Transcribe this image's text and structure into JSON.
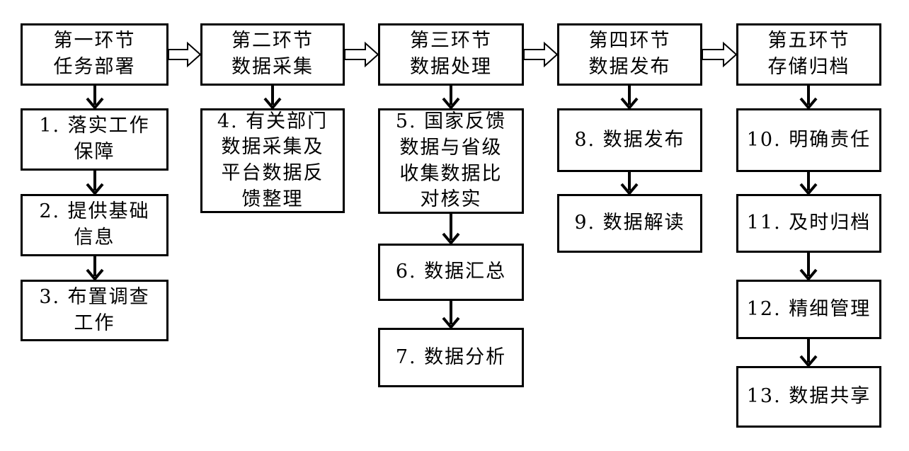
{
  "stages": [
    {
      "title": "第一环节\n任务部署",
      "steps": [
        "1. 落实工作\n保障",
        "2. 提供基础\n信息",
        "3. 布置调查\n工作"
      ]
    },
    {
      "title": "第二环节\n数据采集",
      "steps": [
        "4. 有关部门\n数据采集及\n平台数据反\n馈整理"
      ]
    },
    {
      "title": "第三环节\n数据处理",
      "steps": [
        "5. 国家反馈\n数据与省级\n收集数据比\n对核实",
        "6. 数据汇总",
        "7. 数据分析"
      ]
    },
    {
      "title": "第四环节\n数据发布",
      "steps": [
        "8. 数据发布",
        "9. 数据解读"
      ]
    },
    {
      "title": "第五环节\n存储归档",
      "steps": [
        "10. 明确责任",
        "11. 及时归档",
        "12. 精细管理",
        "13. 数据共享"
      ]
    }
  ]
}
